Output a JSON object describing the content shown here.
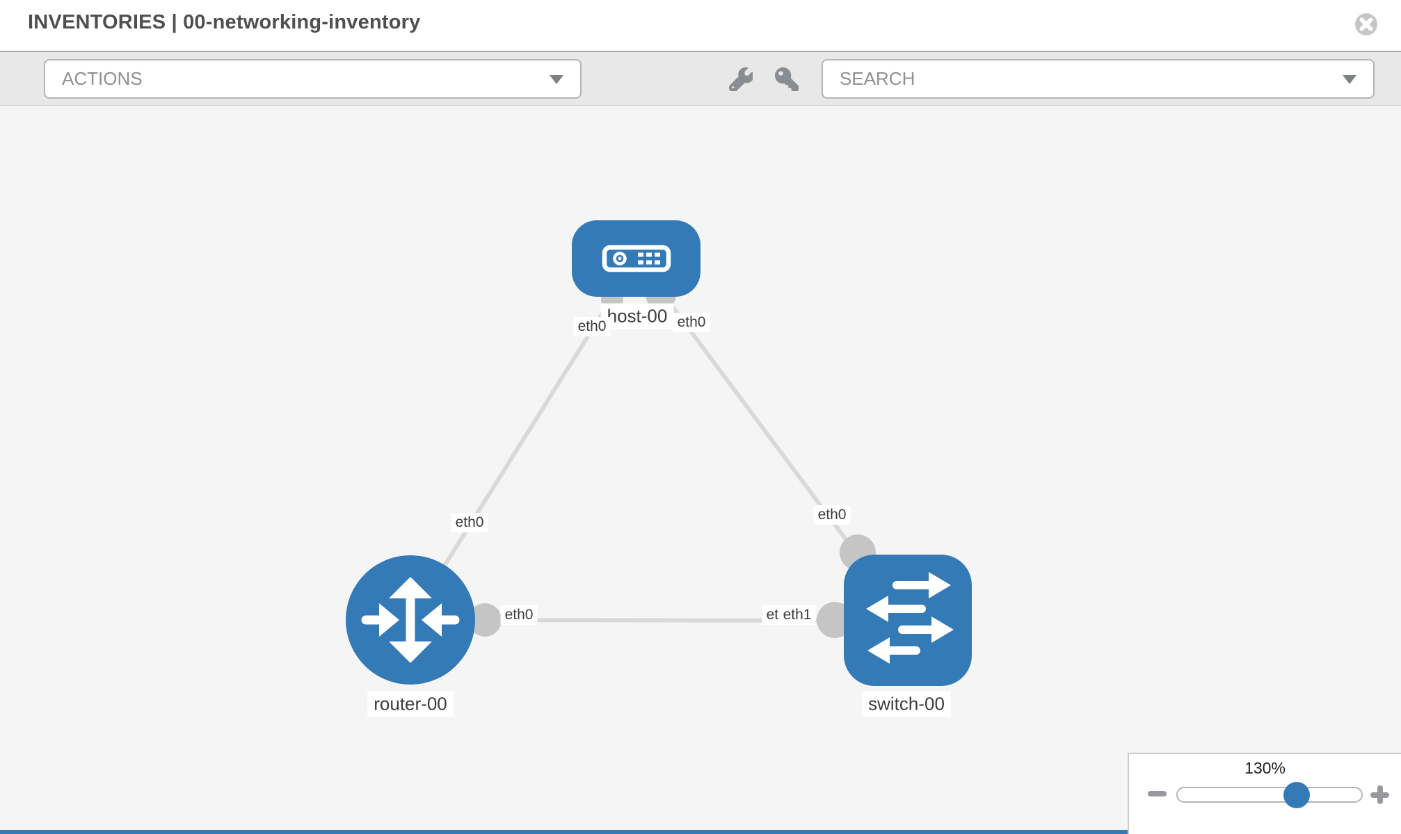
{
  "header": {
    "title": "INVENTORIES | 00-networking-inventory"
  },
  "toolbar": {
    "actions_select_value": "ACTIONS",
    "search_select_value": "SEARCH",
    "icons": [
      "wrench-icon",
      "key-icon"
    ]
  },
  "topology": {
    "nodes": [
      {
        "id": "host-00",
        "type": "host",
        "label": "host-00"
      },
      {
        "id": "router-00",
        "type": "router",
        "label": "router-00"
      },
      {
        "id": "switch-00",
        "type": "switch",
        "label": "switch-00"
      }
    ],
    "links": [
      {
        "from": "host-00",
        "from_if": "eth0",
        "to": "router-00",
        "to_if": "eth0"
      },
      {
        "from": "host-00",
        "from_if": "eth0",
        "to": "switch-00",
        "to_if": "eth0"
      },
      {
        "from": "router-00",
        "from_if": "eth0",
        "to": "switch-00",
        "to_if": "eth1"
      }
    ],
    "overlapped_interface_label": "eth0"
  },
  "zoom_control": {
    "level": "130%"
  },
  "colors": {
    "node_blue": "#337ab7",
    "link_gray": "#d9d9d9",
    "interface_gray": "#c5c5c5",
    "canvas_bg": "#f5f5f5",
    "toolbar_bg": "#e8e8e8",
    "footer_blue": "#337ab7"
  }
}
